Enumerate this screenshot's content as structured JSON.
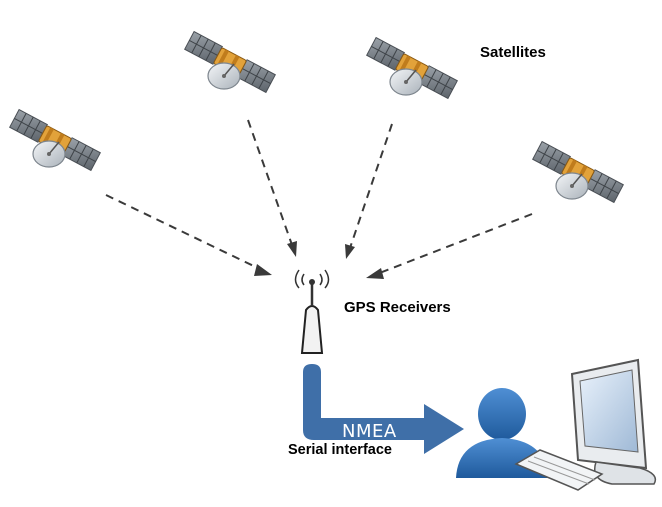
{
  "labels": {
    "satellites": "Satellites",
    "gps_receivers": "GPS Receivers",
    "nmea": "NMEA",
    "serial_interface": "Serial interface"
  },
  "colors": {
    "arrow_blue": "#3f6fa8",
    "dashed_line": "#3a3a3a",
    "solar_panel": "#7e858c",
    "satellite_gold": "#e2a23a",
    "person_blue": "#2e6cb0"
  },
  "icons": [
    "satellite-icon",
    "antenna-icon",
    "user-icon",
    "monitor-icon",
    "keyboard-icon"
  ]
}
